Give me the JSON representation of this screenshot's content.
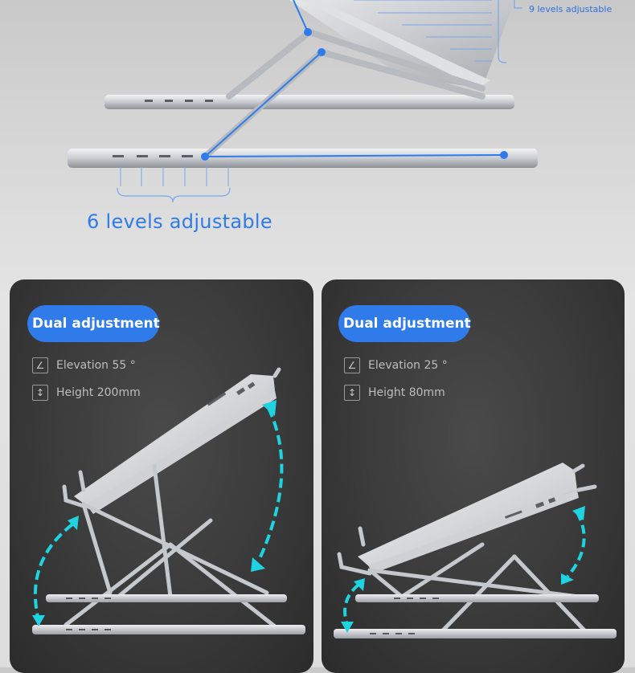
{
  "top": {
    "label_9": "9 levels adjustable",
    "label_6": "6 levels adjustable"
  },
  "panels": [
    {
      "badge": "Dual adjustment",
      "elevation_icon": "angle-icon",
      "elevation": "Elevation 55 °",
      "height_icon": "vertical-arrows-icon",
      "height": "Height 200mm"
    },
    {
      "badge": "Dual adjustment",
      "elevation_icon": "angle-icon",
      "elevation": "Elevation 25 °",
      "height_icon": "vertical-arrows-icon",
      "height": "Height 80mm"
    }
  ],
  "colors": {
    "accent": "#2f7bea",
    "arrow": "#1fd3e0",
    "aluminum": "#c9ccd0"
  }
}
